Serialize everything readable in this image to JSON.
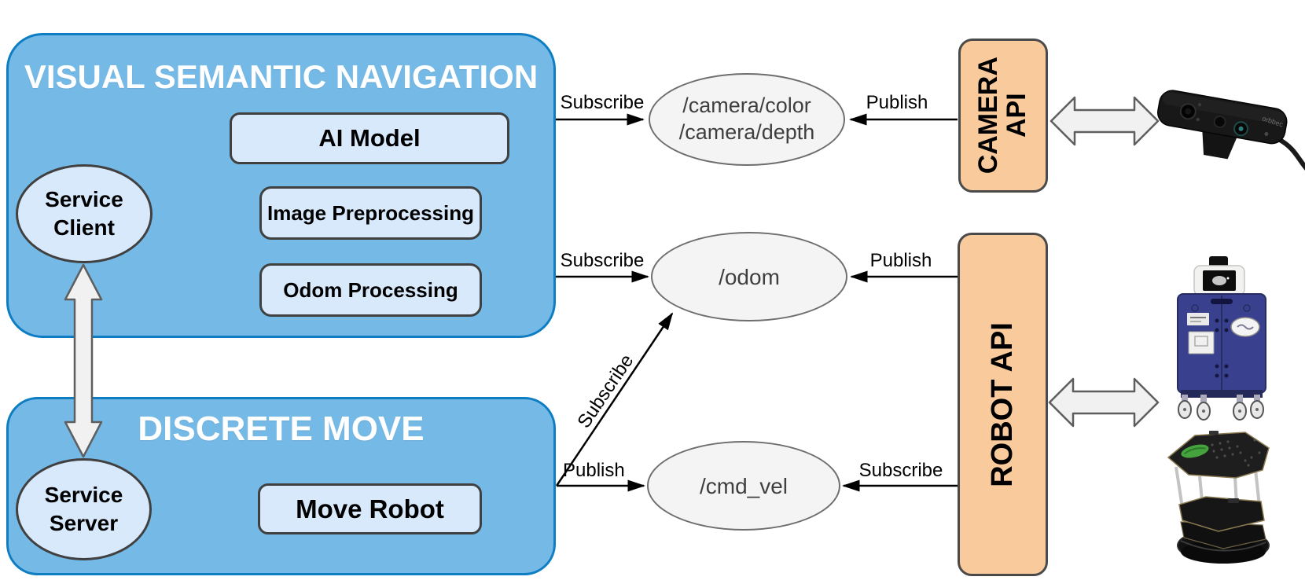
{
  "colors": {
    "panel_blue": "#75B9E6",
    "panel_blue_border": "#0E7DC2",
    "node_light_blue": "#D8E9FB",
    "node_border": "#404040",
    "api_orange": "#F9CA9C",
    "api_border": "#4A4A4A",
    "topic_gray": "#F4F4F4",
    "topic_border": "#6E6E6E",
    "topic_text": "#3F3F3F",
    "arrow_gray_fill": "#F1F1F1",
    "arrow_gray_border": "#5E5E5E"
  },
  "vsn": {
    "title": "VISUAL SEMANTIC NAVIGATION",
    "ai_model": "AI Model",
    "image_preprocessing": "Image Preprocessing",
    "odom_processing": "Odom Processing",
    "service_client": "Service Client"
  },
  "discrete_move": {
    "title": "DISCRETE MOVE",
    "move_robot": "Move Robot",
    "service_server": "Service Server"
  },
  "topics": {
    "camera": {
      "line1": "/camera/color",
      "line2": "/camera/depth"
    },
    "odom": "/odom",
    "cmd_vel": "/cmd_vel"
  },
  "apis": {
    "camera": {
      "line1": "CAMERA",
      "line2": "API"
    },
    "robot": "ROBOT API"
  },
  "edge_labels": {
    "vsn_camera": "Subscribe",
    "camera_api_publish": "Publish",
    "vsn_odom": "Subscribe",
    "robot_api_odom_publish": "Publish",
    "discrete_move_odom": "Subscribe",
    "discrete_move_cmdvel": "Publish",
    "robot_api_cmdvel": "Subscribe"
  },
  "devices": {
    "camera": "depth-camera",
    "blue_robot": "service-robot",
    "turtlebot": "turtlebot"
  }
}
